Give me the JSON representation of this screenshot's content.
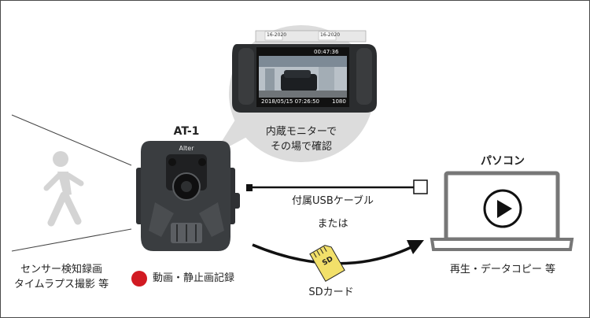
{
  "camera": {
    "model": "AT-1",
    "brand": "Alter"
  },
  "bubble": {
    "line1": "内蔵モニターで",
    "line2": "その場で確認",
    "screen_time": "00:47:36",
    "screen_datetime": "2018/05/15 07:26:50",
    "screen_id": "1080",
    "tags": [
      "16-2020",
      "16-2020"
    ]
  },
  "pc": {
    "label": "パソコン"
  },
  "connection": {
    "cable": "付属USBケーブル",
    "or": "または",
    "sd_label": "SDカード",
    "sd_chip": "SD"
  },
  "labels": {
    "detection_line1": "センサー検知録画",
    "detection_line2": "タイムラプス撮影 等",
    "record": "動画・静止画記録",
    "playback": "再生・データコピー 等"
  },
  "icons": {
    "walker": "walking-person-icon",
    "record_dot": "red-dot-icon",
    "play": "play-icon"
  },
  "colors": {
    "bubble": "#dcdcdc",
    "record_red": "#d11a22",
    "sd_yellow": "#f2e06a",
    "camera_dark": "#3a3d40",
    "laptop_gray": "#777777",
    "walker_gray": "#d4d4d4"
  }
}
